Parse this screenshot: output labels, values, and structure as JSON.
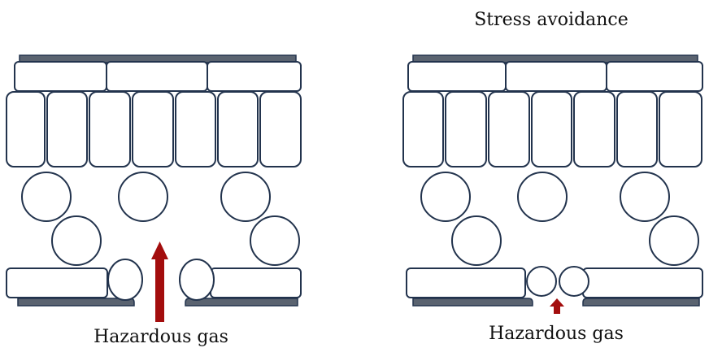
{
  "right_panel": {
    "title": "Stress avoidance"
  },
  "left_panel": {
    "caption": "Hazardous gas"
  },
  "right_caption": "Hazardous gas",
  "colors": {
    "outline": "#22334d",
    "cuticle": "#5a6370",
    "arrow": "#a30d0d",
    "cell_fill": "#ffffff"
  },
  "icons": {
    "gas_flow_left": "arrow-up-large",
    "gas_flow_right": "arrow-up-small"
  }
}
